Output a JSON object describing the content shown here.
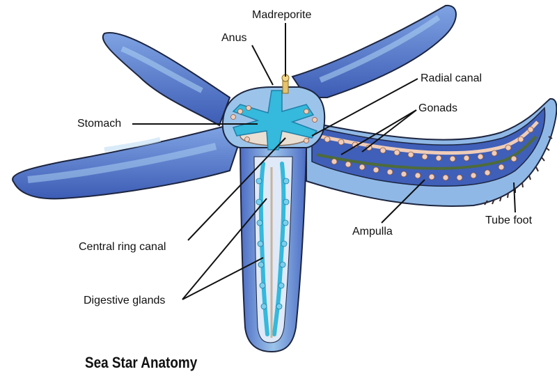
{
  "diagram": {
    "title": "Sea Star Anatomy",
    "labels": {
      "madreporite": "Madreporite",
      "anus": "Anus",
      "radial_canal": "Radial canal",
      "gonads": "Gonads",
      "stomach": "Stomach",
      "ampulla": "Ampulla",
      "tube_foot": "Tube foot",
      "central_ring_canal": "Central ring canal",
      "digestive_glands": "Digestive glands"
    },
    "colors": {
      "body_dark": "#3f5fb8",
      "body_mid": "#6f8fd6",
      "body_light": "#9cc4ea",
      "water_vascular": "#35b9dc",
      "ampulla_tan": "#f0cdb8",
      "gonad_green": "#4e6b3a",
      "outline": "#1c2540"
    }
  }
}
